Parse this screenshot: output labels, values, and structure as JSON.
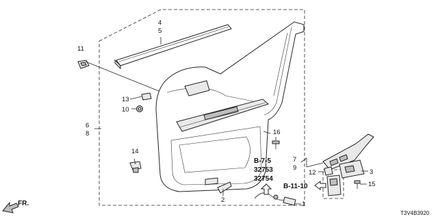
{
  "callouts": {
    "c1": "1",
    "c2": "2",
    "c3": "3",
    "c4": "4",
    "c5": "5",
    "c6": "6",
    "c7": "7",
    "c8": "8",
    "c9": "9",
    "c10": "10",
    "c11": "11",
    "c12": "12",
    "c13": "13",
    "c14": "14",
    "c15": "15",
    "c16": "16"
  },
  "references": {
    "ref_b75": "B-7-5",
    "ref_32753": "32753",
    "ref_32754": "32754",
    "ref_b1110": "B-11-10"
  },
  "direction": {
    "label": "FR."
  },
  "diagram_code": "T3V4B3920"
}
